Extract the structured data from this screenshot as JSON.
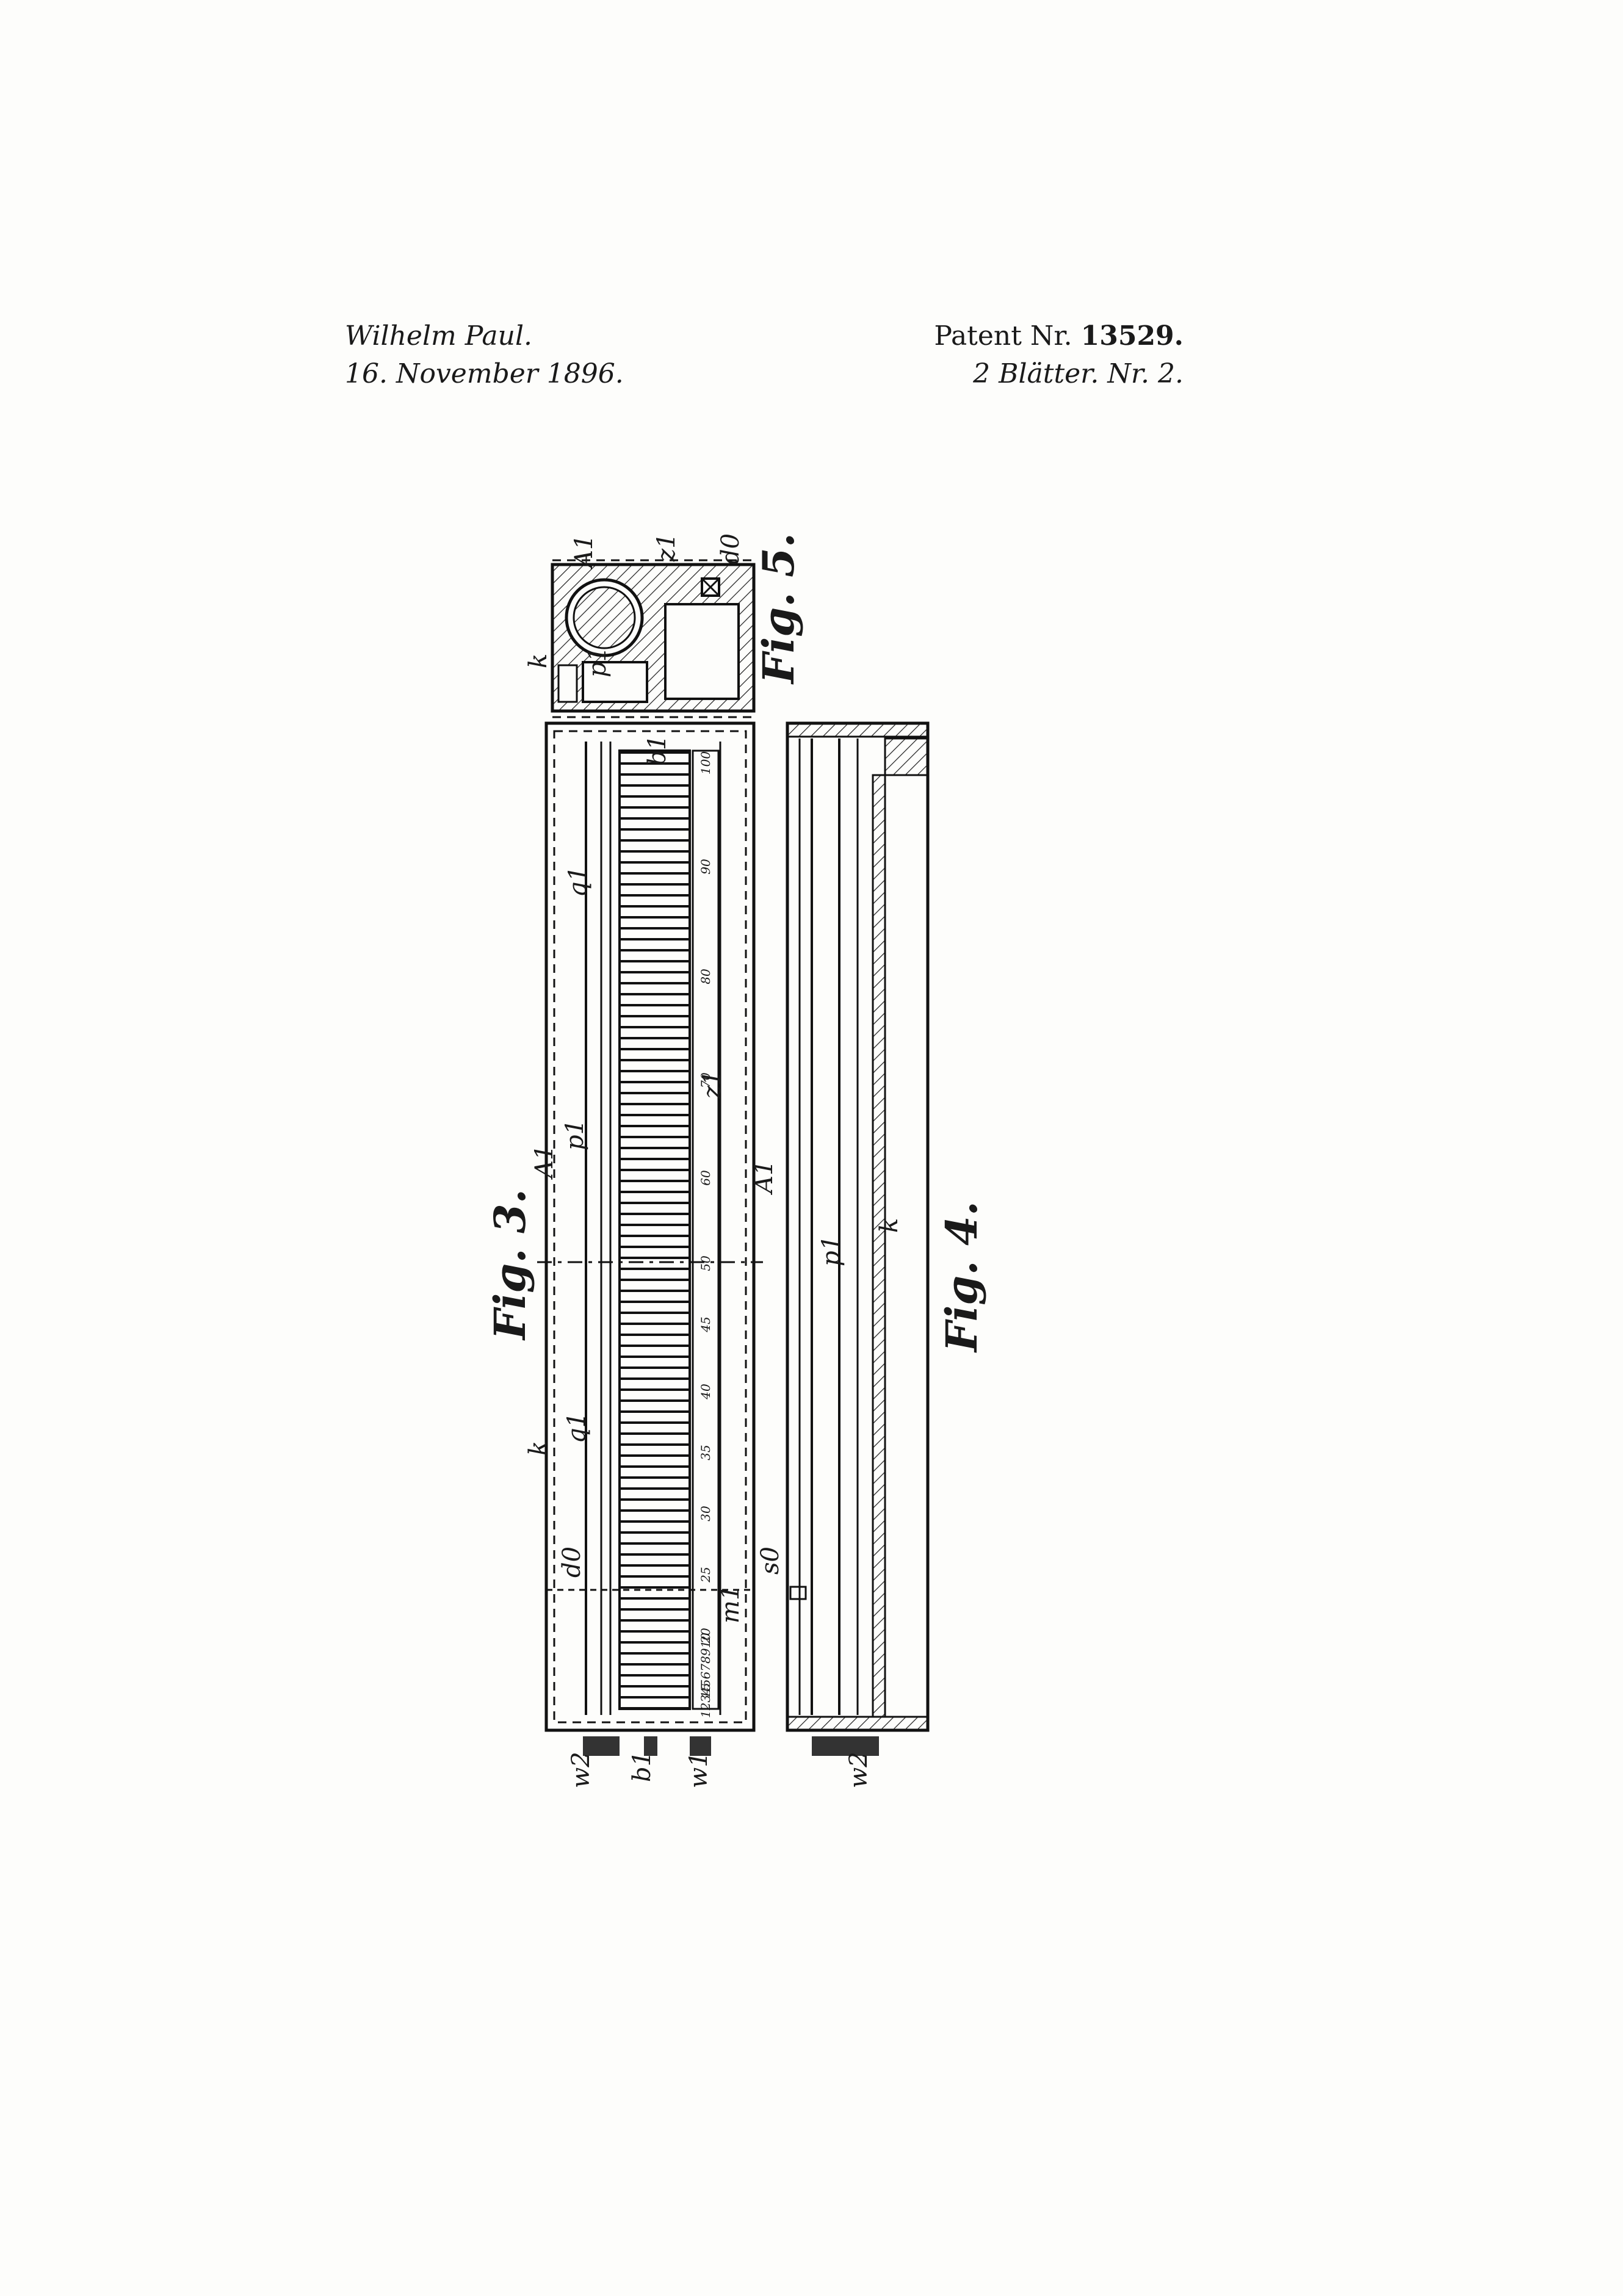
{
  "header": {
    "inventor": "Wilhelm Paul.",
    "date": "16. November 1896.",
    "patent_prefix": "Patent Nr.",
    "patent_number": "13529.",
    "sheet": "2 Blätter. Nr. 2."
  },
  "figures": {
    "fig3": "Fig. 3.",
    "fig4": "Fig. 4.",
    "fig5": "Fig. 5."
  },
  "labels": {
    "A1_top": "A1",
    "z1": "z1",
    "d0": "d0",
    "k_fig5": "k",
    "p1_fig5": "p1",
    "b1_top": "b1",
    "q1_upper": "q1",
    "p1_fig3": "p1",
    "A1_left": "A1",
    "z1_fig3": "z1",
    "A1_right": "A1",
    "q1_lower": "q1",
    "k_fig3": "k",
    "d0_fig3": "d0",
    "m1": "m1",
    "w2_fig3": "w2",
    "b1_bottom": "b1",
    "w1": "w1",
    "p1_fig4": "p1",
    "k_fig4": "k",
    "s0": "s0",
    "w2_fig4": "w2"
  },
  "scale_numbers": [
    "100",
    "90",
    "80",
    "70",
    "60",
    "50",
    "45",
    "40",
    "35",
    "30",
    "25",
    "20",
    "15",
    "12345678910"
  ]
}
